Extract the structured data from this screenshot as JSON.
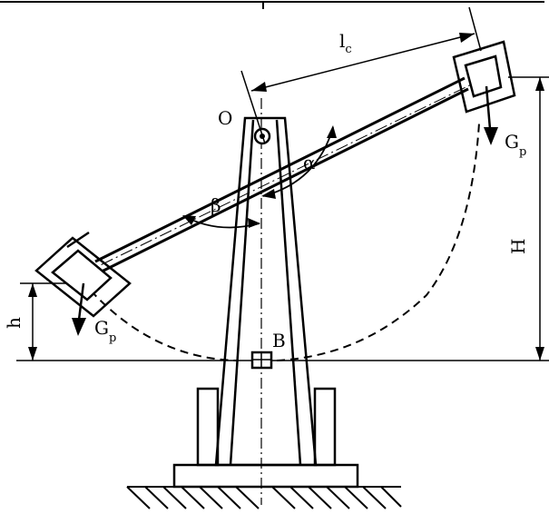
{
  "labels": {
    "pivot": "O",
    "base_point": "B",
    "arm_length_main": "l",
    "arm_length_sub": "c",
    "weight_right_main": "G",
    "weight_right_sub": "p",
    "weight_left_main": "G",
    "weight_left_sub": "p",
    "alpha": "α",
    "beta": "β",
    "height_small": "h",
    "height_large": "H"
  }
}
